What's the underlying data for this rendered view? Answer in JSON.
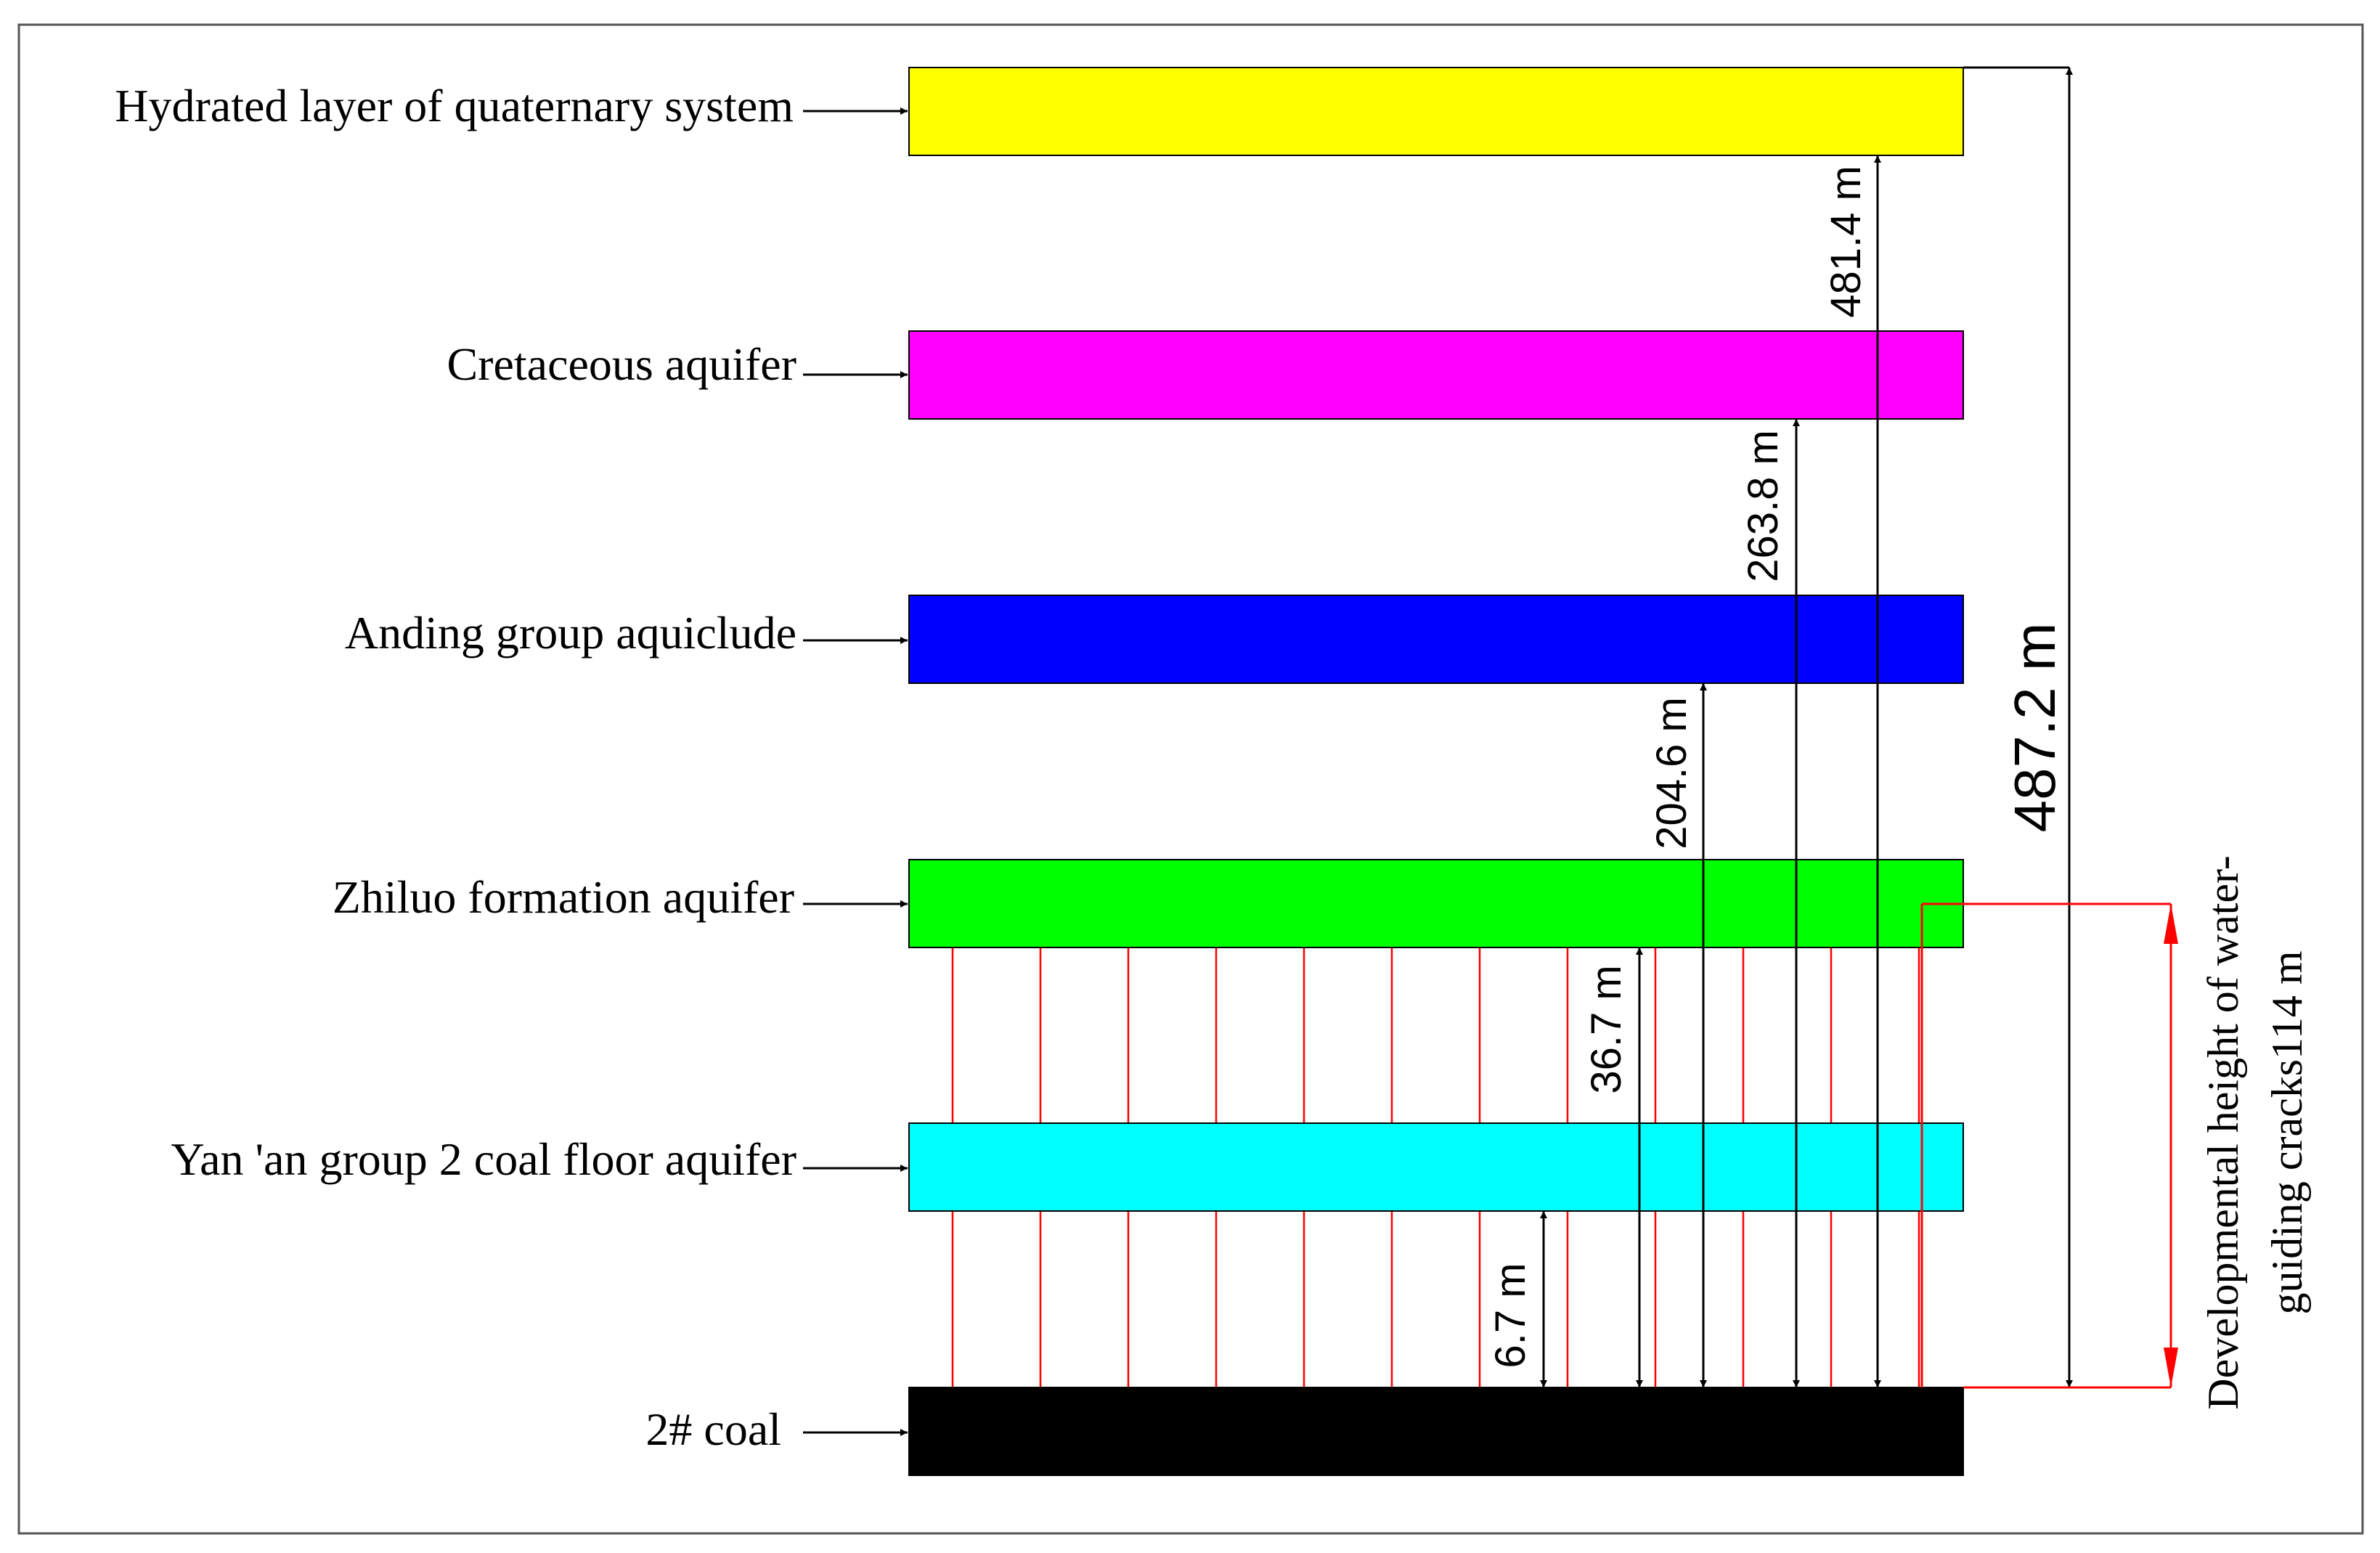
{
  "layers": [
    {
      "label": "Hydrated layer of quaternary system",
      "color": "#FFFF00"
    },
    {
      "label": "Cretaceous aquifer",
      "color": "#FF00FF"
    },
    {
      "label": "Anding group aquiclude",
      "color": "#0000FF"
    },
    {
      "label": "Zhiluo formation aquifer",
      "color": "#00FF00"
    },
    {
      "label": "Yan 'an group 2 coal floor aquifer",
      "color": "#00FFFF"
    },
    {
      "label": "2# coal",
      "color": "#000000"
    }
  ],
  "distances": [
    {
      "label": "6.7 m",
      "to_layer": "Yan 'an group 2 coal floor aquifer"
    },
    {
      "label": "36.7 m",
      "to_layer": "Zhiluo formation aquifer"
    },
    {
      "label": "204.6 m",
      "to_layer": "Anding group aquiclude"
    },
    {
      "label": "263.8 m",
      "to_layer": "Cretaceous aquifer"
    },
    {
      "label": "481.4 m",
      "to_layer": "Hydrated layer of quaternary system"
    },
    {
      "label": "487.2 m",
      "to_layer": "Hydrated layer of quaternary system (top)"
    }
  ],
  "crack_zone": {
    "label_line1": "Developmental height of water-",
    "label_line2": "guiding cracks114 m",
    "color": "#FF0000"
  }
}
